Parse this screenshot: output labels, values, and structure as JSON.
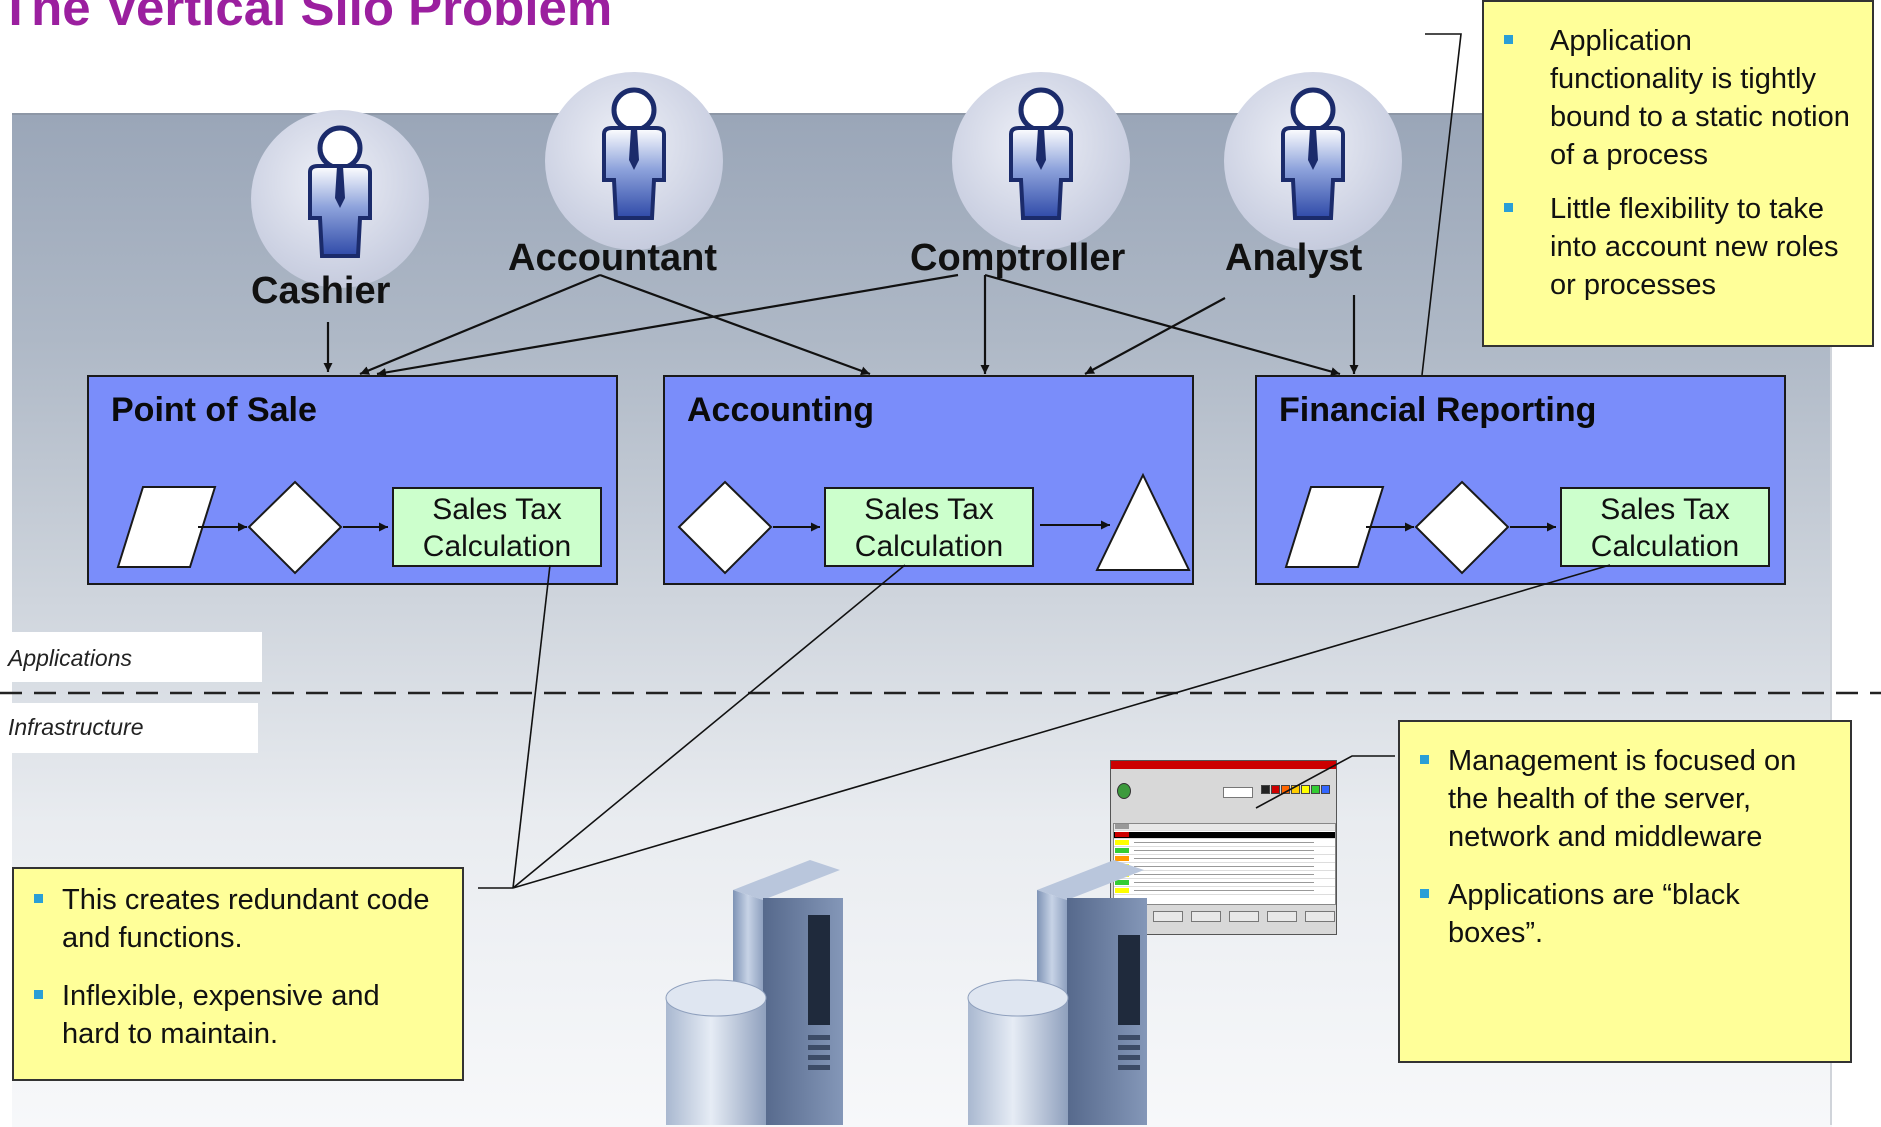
{
  "title": "The Vertical Silo Problem",
  "roles": [
    "Cashier",
    "Accountant",
    "Comptroller",
    "Analyst"
  ],
  "apps": [
    {
      "name": "Point of Sale",
      "calc": [
        "Sales Tax",
        "Calculation"
      ]
    },
    {
      "name": "Accounting",
      "calc": [
        "Sales Tax",
        "Calculation"
      ]
    },
    {
      "name": "Financial Reporting",
      "calc": [
        "Sales Tax",
        "Calculation"
      ]
    }
  ],
  "layers": {
    "applications": "Applications",
    "infrastructure": "Infrastructure"
  },
  "notes": {
    "top_right": [
      "Application functionality is tightly bound to a static notion of a process",
      "Little flexibility to take into account new roles or processes"
    ],
    "bottom_left": [
      "This creates redundant code and functions.",
      "Inflexible, expensive and hard to maintain."
    ],
    "bottom_right": [
      "Management is focused on the health of the server, network and middleware",
      "Applications are “black boxes”."
    ]
  },
  "colors": {
    "title": "#9b1f9f",
    "application_box": "#7a8dfa",
    "calculation_box": "#ccffcc",
    "note": "#ffff99",
    "bullet": "#2a9fd6"
  },
  "icons": [
    "person-icon",
    "server-icon",
    "database-icon",
    "management-console-icon"
  ]
}
